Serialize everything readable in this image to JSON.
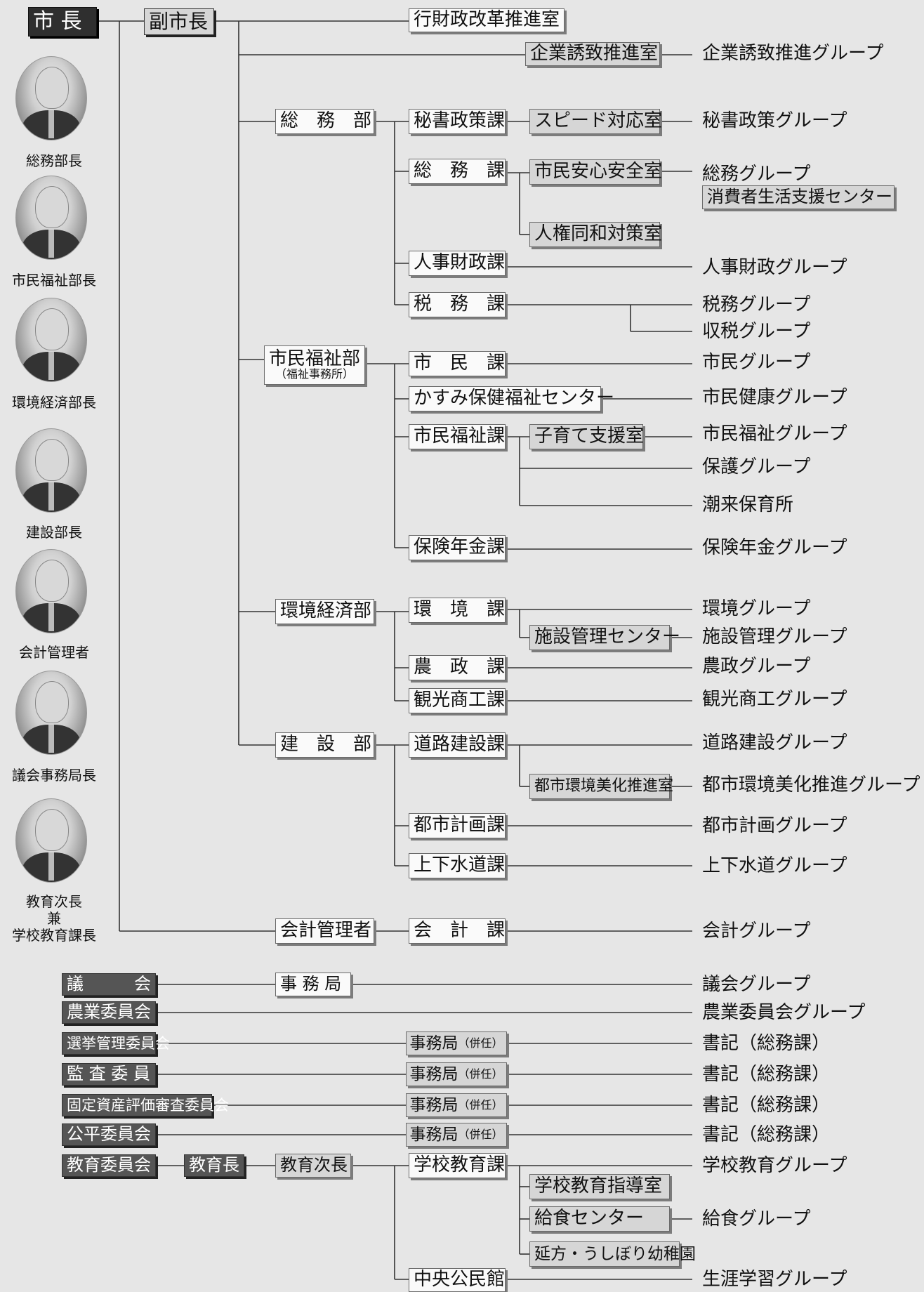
{
  "mayor": "市 長",
  "vice_mayor": "副市長",
  "officials": [
    {
      "caption": "総務部長"
    },
    {
      "caption": "市民福祉部長"
    },
    {
      "caption": "環境経済部長"
    },
    {
      "caption": "建設部長"
    },
    {
      "caption": "会計管理者"
    },
    {
      "caption": "議会事務局長"
    },
    {
      "caption": "教育次長\n兼\n学校教育課長"
    }
  ],
  "offices": {
    "gyozai": "行財政改革推進室",
    "kigyo": "企業誘致推進室",
    "kigyo_group": "企業誘致推進グループ"
  },
  "departments": {
    "somu": "総　務　部",
    "shimin": "市民福祉部",
    "shimin_sub": "（福祉事務所）",
    "kankyo": "環境経済部",
    "kensetsu": "建　設　部",
    "kaikei": "会計管理者"
  },
  "sections": {
    "hisho": "秘書政策課",
    "speed": "スピード対応室",
    "hisho_group": "秘書政策グループ",
    "somu_ka": "総　務　課",
    "anshin": "市民安心安全室",
    "somu_group": "総務グループ",
    "shohisha": "消費者生活支援センター",
    "jinken": "人権同和対策室",
    "jinji": "人事財政課",
    "jinji_group": "人事財政グループ",
    "zeimu": "税　務　課",
    "zeimu_group": "税務グループ",
    "shuzei_group": "収税グループ",
    "shimin_ka": "市　民　課",
    "shimin_group": "市民グループ",
    "kasumi": "かすみ保健福祉センター",
    "kenko_group": "市民健康グループ",
    "fukushi_ka": "市民福祉課",
    "kosodate": "子育て支援室",
    "fukushi_group": "市民福祉グループ",
    "hogo_group": "保護グループ",
    "itako_hoiku": "潮来保育所",
    "hoken_ka": "保険年金課",
    "hoken_group": "保険年金グループ",
    "kankyo_ka": "環　境　課",
    "kankyo_group": "環境グループ",
    "shisetsu": "施設管理センター",
    "shisetsu_group": "施設管理グループ",
    "nosei_ka": "農　政　課",
    "nosei_group": "農政グループ",
    "kanko_ka": "観光商工課",
    "kanko_group": "観光商工グループ",
    "doro_ka": "道路建設課",
    "doro_group": "道路建設グループ",
    "toshi_bika": "都市環境美化推進室",
    "toshi_bika_group": "都市環境美化推進グループ",
    "toshi_ka": "都市計画課",
    "toshi_group": "都市計画グループ",
    "suido_ka": "上下水道課",
    "suido_group": "上下水道グループ",
    "kaikei_ka": "会　計　課",
    "kaikei_group": "会計グループ"
  },
  "committees": {
    "gikai": "議　　　会",
    "jimukyoku": "事 務 局",
    "gikai_group": "議会グループ",
    "nogyo": "農業委員会",
    "nogyo_group": "農業委員会グループ",
    "senkyo": "選挙管理委員会",
    "kansa": "監 査 委 員",
    "kotei": "固定資産評価審査委員会",
    "kohei": "公平委員会",
    "heinin_main": "事務局",
    "heinin_sub": "（併任）",
    "shoki": "書記（総務課）",
    "kyoiku_iinkai": "教育委員会",
    "kyoikucho": "教育長",
    "kyoiku_jicho": "教育次長",
    "gakko_ka": "学校教育課",
    "gakko_group": "学校教育グループ",
    "shido": "学校教育指導室",
    "kyushoku": "給食センター",
    "kyushoku_group": "給食グループ",
    "yochien": "延方・うしぼり幼稚園",
    "kominkan": "中央公民館",
    "shogai_group": "生涯学習グループ"
  }
}
